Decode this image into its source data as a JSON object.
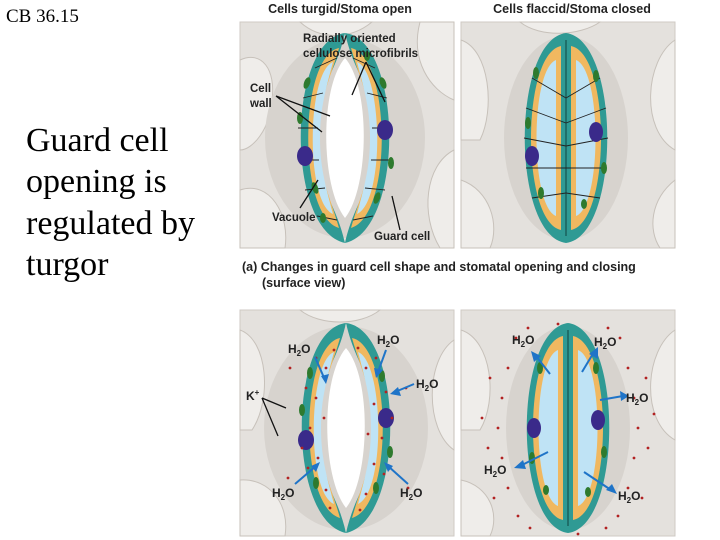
{
  "slide": {
    "code": "CB 36.15",
    "title": "Guard cell opening is regulated by turgor"
  },
  "figure": {
    "header_open": "Cells turgid/Stoma open",
    "header_closed": "Cells flaccid/Stoma closed",
    "labels": {
      "microfibrils_line1": "Radially oriented",
      "microfibrils_line2": "cellulose microfibrils",
      "cell_wall_line1": "Cell",
      "cell_wall_line2": "wall",
      "vacuole": "Vacuole",
      "guard_cell": "Guard cell"
    },
    "caption_line1": "(a) Changes in guard cell shape and stomatal opening and closing",
    "caption_line2": "(surface view)",
    "water": {
      "main": "H",
      "sub": "2",
      "tail": "O"
    },
    "ion": {
      "main": "K",
      "sup": "+"
    }
  },
  "colors": {
    "background_cells": "#e4e1dd",
    "guard_wall": "#2f9a94",
    "cytoplasm": "#f0b860",
    "vacuole": "#bfe3f5",
    "chloroplast": "#2e7a2e",
    "nucleus": "#3a2a8a",
    "ion_dot": "#b22222",
    "arrow": "#1f74c8"
  }
}
